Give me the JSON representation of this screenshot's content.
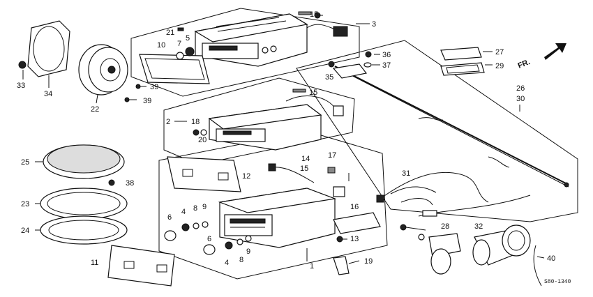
{
  "callouts": {
    "c1": "1",
    "c2": "2",
    "c3": "3",
    "c4a": "4",
    "c4b": "4",
    "c5": "5",
    "c6a": "6",
    "c6b": "6",
    "c7": "7",
    "c8a": "8",
    "c8b": "8",
    "c9a": "9",
    "c9b": "9",
    "c10": "10",
    "c11": "11",
    "c12": "12",
    "c13": "13",
    "c14": "14",
    "c15a": "15",
    "c15b": "15",
    "c15c": "15",
    "c16": "16",
    "c17": "17",
    "c18": "18",
    "c19": "19",
    "c20": "20",
    "c21": "21",
    "c22": "22",
    "c23": "23",
    "c24": "24",
    "c25": "25",
    "c26": "26",
    "c27": "27",
    "c28": "28",
    "c29": "29",
    "c30": "30",
    "c31": "31",
    "c32": "32",
    "c33": "33",
    "c34": "34",
    "c35": "35",
    "c36": "36",
    "c37": "37",
    "c38": "38",
    "c39a": "39",
    "c39b": "39",
    "c40": "40"
  },
  "direction_label": "FR.",
  "diagram_code": "S80-1340"
}
